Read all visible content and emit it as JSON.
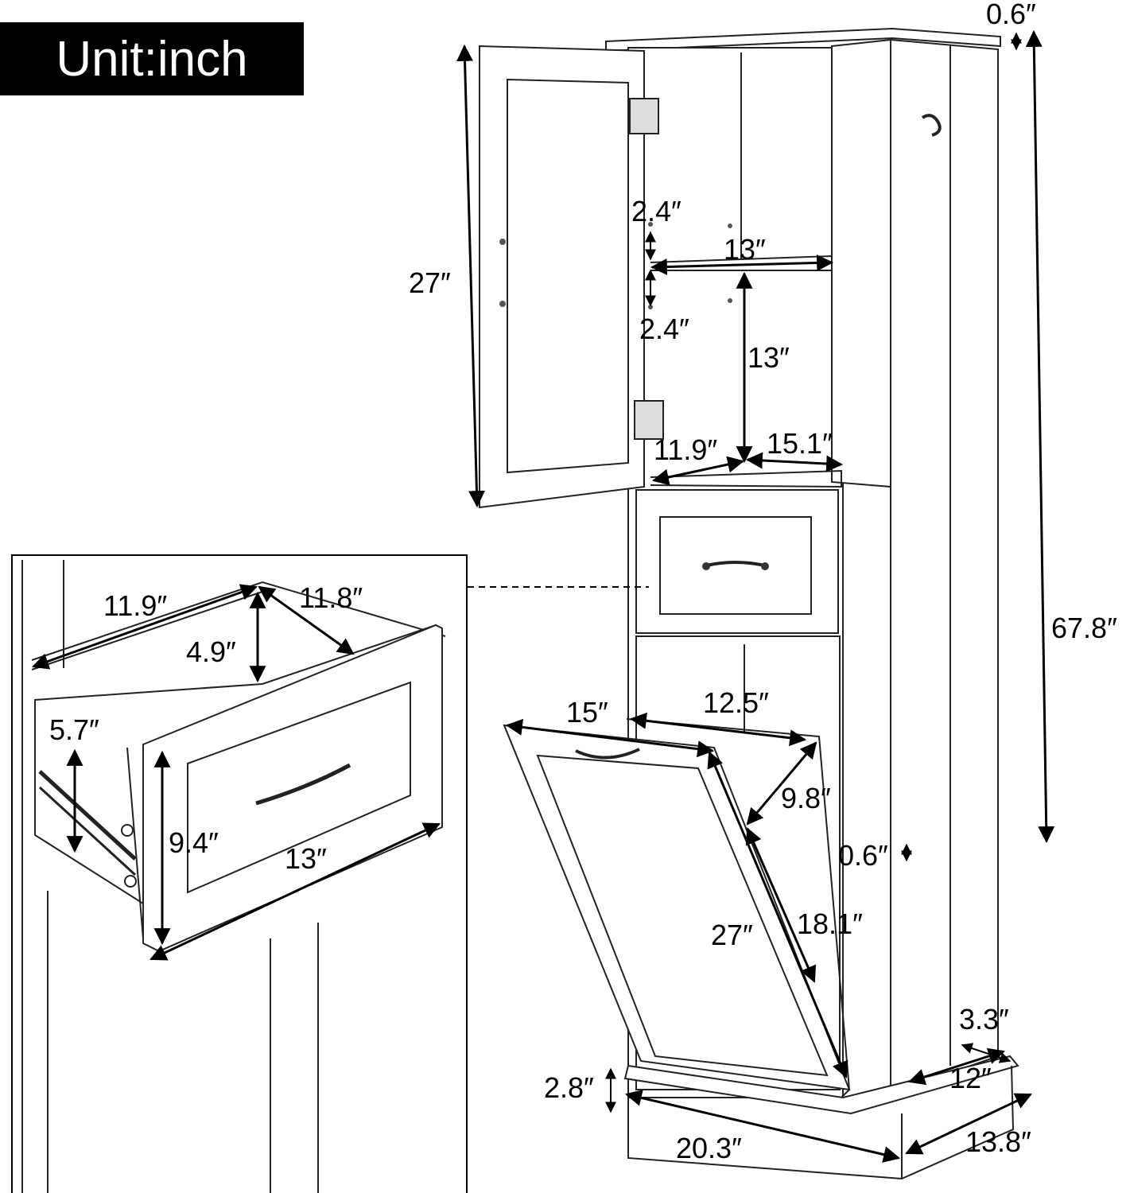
{
  "unit_label": "Unit:inch",
  "dimensions": {
    "top_trim": "0.6″",
    "door_height": "27″",
    "shelf_gap_upper": "2.4″",
    "shelf_width": "13″",
    "shelf_gap_lower": "2.4″",
    "cabinet_inner_height": "13″",
    "cabinet_depth": "11.9″",
    "cabinet_inner_width": "15.1″",
    "total_height": "67.8″",
    "tilt_bin_top_width": "15″",
    "tilt_bin_inner_width": "12.5″",
    "tilt_bin_side": "9.8″",
    "tilt_bin_height": "27″",
    "tilt_bin_inner_height": "18.1″",
    "side_offset": "3.3″",
    "base_height": "2.8″",
    "base_step": "0.6″",
    "inner_depth": "12″",
    "total_width": "20.3″",
    "total_depth": "13.8″"
  },
  "drawer_detail": {
    "depth": "11.9″",
    "width": "11.8″",
    "inner_height": "4.9″",
    "side_height": "5.7″",
    "front_height": "9.4″",
    "front_width": "13″"
  }
}
